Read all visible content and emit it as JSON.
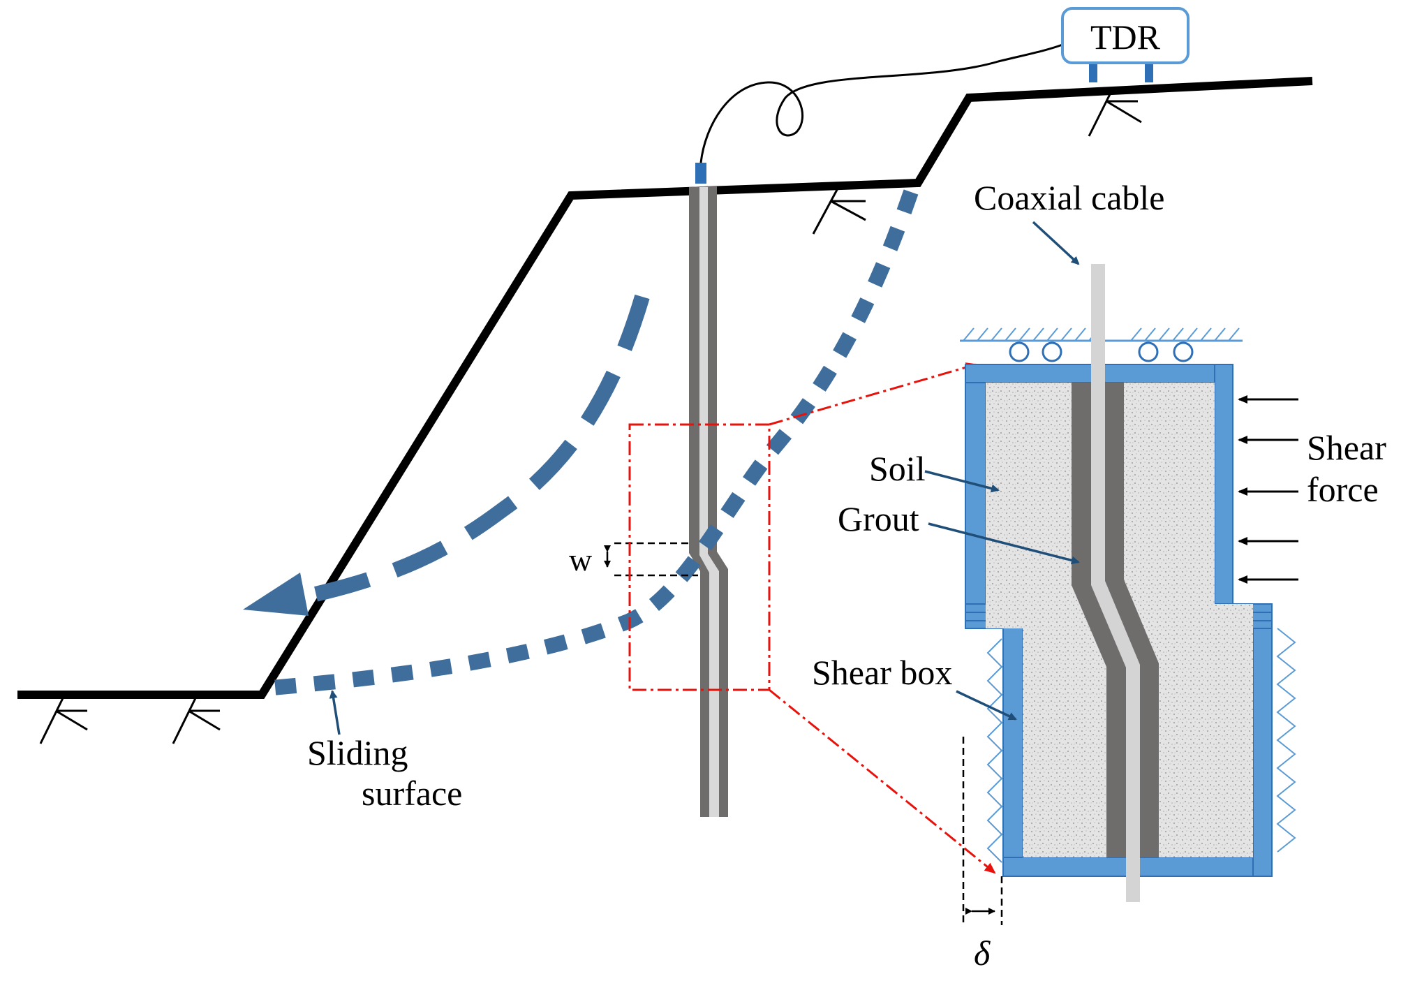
{
  "labels": {
    "instrument": "TDR",
    "cable": "Coaxial cable",
    "soil": "Soil",
    "grout": "Grout",
    "shear_force_1": "Shear",
    "shear_force_2": "force",
    "shear_box": "Shear box",
    "sliding_1": "Sliding",
    "sliding_2": "surface",
    "width": "w",
    "displacement": "δ"
  },
  "colors": {
    "ground": "#000000",
    "sliding_surface": "#3f6e9c",
    "shear_box": "#5b9bd5",
    "shear_box_edge": "#2f6fb5",
    "grout": "#6f6c6c",
    "cable": "#d9d9d9",
    "soil": "#e0e0e0",
    "detail_marker": "#e8120c"
  }
}
